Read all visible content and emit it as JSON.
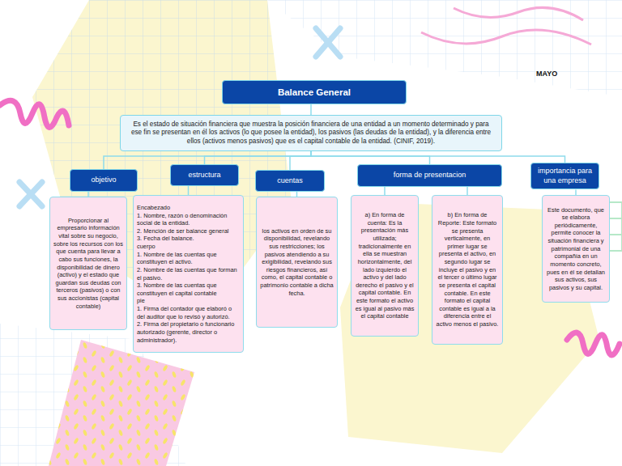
{
  "diagram": {
    "nodes": [
      {
        "text": [
          "Balance General"
        ]
      },
      {
        "text": [
          "Es el estado de situación financiera que muestra la posición financiera de una entidad a un momento determinado y para ese fin se presentan en él los activos (lo que posee la entidad), los pasivos (las deudas de la entidad), y la diferencia entre ellos (activos menos pasivos) que es el capital contable de la entidad. (CINIF, 2019)."
        ]
      },
      {
        "text": [
          "objetivo"
        ]
      },
      {
        "text": [
          "estructura"
        ]
      },
      {
        "text": [
          "cuentas"
        ]
      },
      {
        "text": [
          "forma de presentacion"
        ]
      },
      {
        "text": [
          "importancia para una empresa"
        ]
      },
      {
        "text": [
          "Proporcionar al empresario información vital sobre su negocio, sobre los recursos con los que cuenta para llevar a cabo sus funciones, la disponibilidad de dinero (activo) y el estado que guardan sus deudas con terceros (pasivos) o con sus accionistas (capital contable)"
        ]
      },
      {
        "text": [
          "Encabezado",
          "1. Nombre, razón o denominación social de la entidad.",
          "2. Mención de ser balance general",
          "3. Fecha del balance.",
          "cuerpo",
          "1. Nombre de las cuentas que constituyen el activo.",
          "2. Nombre de las cuentas que forman el pasivo.",
          "3. Nombre de las cuentas que constituyen el capital contable",
          "pie",
          "1. Firma del contador que elaboró o del auditor que lo revisó y autorizó.",
          "2. Firma del propietario o funcionario autorizado (gerente, director o administrador)."
        ]
      },
      {
        "text": [
          "los activos en orden de su disponibilidad, revelando sus restricciones; los pasivos atendiendo a su exigibilidad, revelando sus riesgos financieros, así como, el capital contable o patrimonio contable a dicha fecha."
        ]
      },
      {
        "text": [
          "a) En forma de cuenta: Es la presentación más utilizada; tradicionalmente en ella se muestran horizontalmente, del lado izquierdo el activo y del lado derecho el pasivo y el capital contable. En este formato el activo es igual al pasivo más el capital contable"
        ]
      },
      {
        "text": [
          "b) En forma de Reporte: Este formato se presenta verticalmente, en primer lugar se presenta el activo, en segundo lugar se incluye el pasivo y en el tercer o último lugar se presenta el capital contable. En este formato el capital contable es igual a la diferencia entre el activo menos el pasivo."
        ]
      },
      {
        "text": [
          "Este documento, que se elabora periódicamente, permite conocer la situación financiera y patrimonial de una compañía en un momento concreto, pues en él se detallan sus activos, sus pasivos y su capital."
        ]
      }
    ],
    "edges": [
      {
        "from": 0,
        "to": 1,
        "arrow": "none"
      },
      {
        "from": 1,
        "to": 2,
        "arrow": "none"
      },
      {
        "from": 1,
        "to": 3,
        "arrow": "none"
      },
      {
        "from": 1,
        "to": 4,
        "arrow": "none"
      },
      {
        "from": 1,
        "to": 5,
        "arrow": "none"
      },
      {
        "from": 1,
        "to": 6,
        "arrow": "none"
      },
      {
        "from": 2,
        "to": 7,
        "arrow": "none"
      },
      {
        "from": 3,
        "to": 8,
        "arrow": "none"
      },
      {
        "from": 4,
        "to": 9,
        "arrow": "none"
      },
      {
        "from": 5,
        "to": 10,
        "arrow": "none"
      },
      {
        "from": 5,
        "to": 11,
        "arrow": "none"
      },
      {
        "from": 6,
        "to": 12,
        "arrow": "none"
      }
    ],
    "labels": [
      "MAYO"
    ]
  }
}
